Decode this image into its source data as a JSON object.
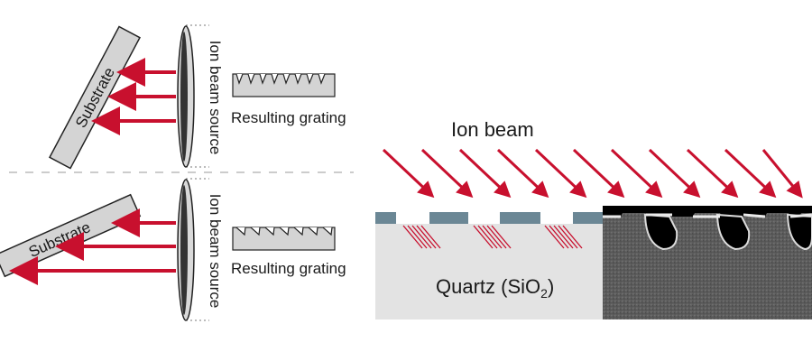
{
  "labels": {
    "substrate_top": "Substrate",
    "substrate_bottom": "Substrate",
    "source_top": "Ion beam source",
    "source_bottom": "Ion beam source",
    "grating_top": "Resulting grating",
    "grating_bottom": "Resulting grating",
    "ion_beam": "Ion beam",
    "quartz_main": "Quartz (SiO",
    "quartz_sub": "2",
    "quartz_close": ")"
  },
  "colors": {
    "arrow": "#c8102e",
    "substrate_fill": "#d4d4d4",
    "quartz_fill": "#e3e3e3",
    "mask_fill": "#6b8795",
    "sem_background": "#5a5a5a",
    "divider": "#9a9a9a"
  }
}
